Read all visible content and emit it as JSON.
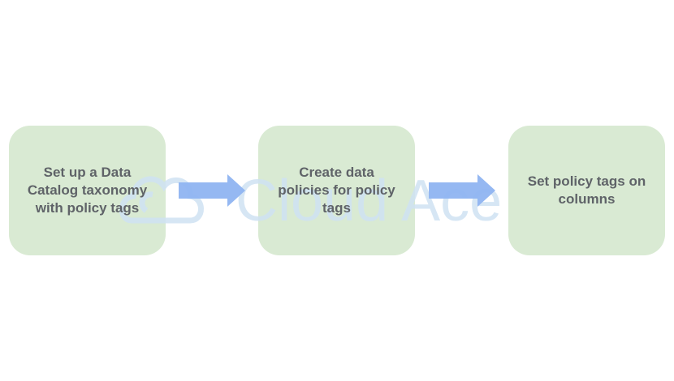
{
  "diagram": {
    "steps": [
      {
        "label": "Set up a Data Catalog taxonomy with policy tags"
      },
      {
        "label": "Create data policies for policy tags"
      },
      {
        "label": "Set policy tags on columns"
      }
    ],
    "colors": {
      "box_fill": "#d9ead3",
      "text": "#5f6368",
      "arrow": "#8fb4f1"
    }
  },
  "watermark": {
    "text": "Cloud Ace",
    "icon": "cloud-logo-icon"
  }
}
